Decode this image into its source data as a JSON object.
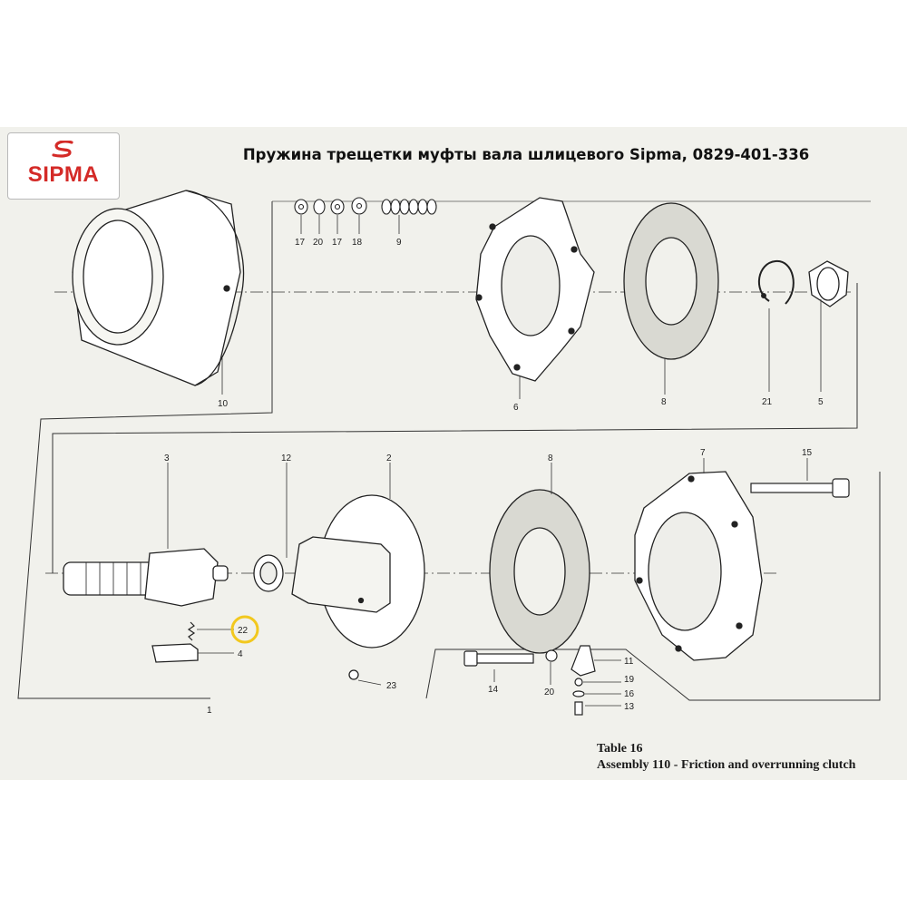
{
  "brand": {
    "logo_text": "SIPMA",
    "color": "#d42a27"
  },
  "title": "Пружина трещетки муфты вала шлицевого Sipma, 0829-401-336",
  "caption": {
    "table": "Table 16",
    "assembly": "Assembly 110 - Friction and overrunning clutch"
  },
  "highlight": {
    "part": "22",
    "color": "#f2c81e"
  },
  "parts": {
    "p1": "1",
    "p2": "2",
    "p3": "3",
    "p4": "4",
    "p5": "5",
    "p6": "6",
    "p7": "7",
    "p8a": "8",
    "p8b": "8",
    "p9": "9",
    "p10": "10",
    "p11": "11",
    "p12": "12",
    "p13": "13",
    "p14": "14",
    "p15": "15",
    "p16": "16",
    "p17a": "17",
    "p17b": "17",
    "p18": "18",
    "p19": "19",
    "p20a": "20",
    "p20b": "20",
    "p21": "21",
    "p22": "22",
    "p23": "23"
  }
}
